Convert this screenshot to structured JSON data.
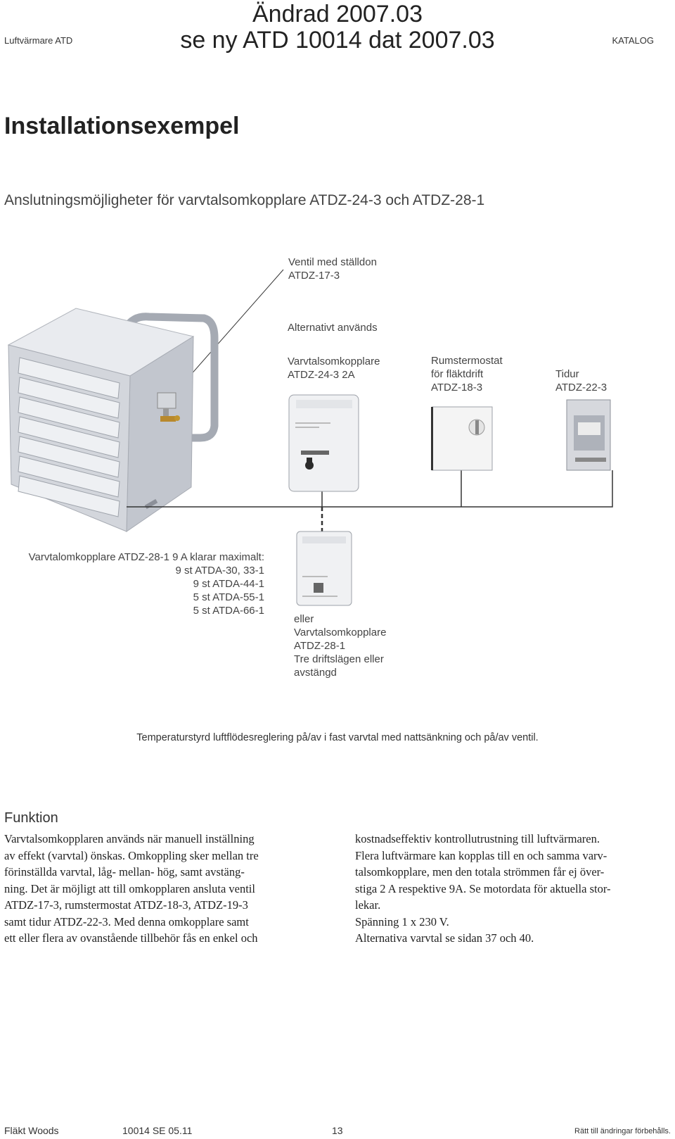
{
  "header": {
    "left": "Luftvärmare ATD",
    "center_line1": "Ändrad 2007.03",
    "center_line2": "se ny ATD 10014 dat 2007.03",
    "right": "KATALOG"
  },
  "title": "Installationsexempel",
  "subtitle": "Anslutningsmöjligheter för varvtalsomkopplare ATDZ-24-3 och ATDZ-28-1",
  "diagram": {
    "valve_label": [
      "Ventil med ställdon",
      "ATDZ-17-3"
    ],
    "alternative": "Alternativt används",
    "switch_24_3": [
      "Varvtalsomkopplare",
      "ATDZ-24-3 2A"
    ],
    "thermostat": [
      "Rumstermostat",
      "för fläktdrift",
      "ATDZ-18-3"
    ],
    "timer": [
      "Tidur",
      "ATDZ-22-3"
    ],
    "switch_28_1_capacity": [
      "Varvtalomkopplare ATDZ-28-1 9 A klarar maximalt:",
      "9 st ATDA-30, 33-1",
      "9 st ATDA-44-1",
      "5 st ATDA-55-1",
      "5 st ATDA-66-1"
    ],
    "switch_28_1": [
      "eller",
      "Varvtalsomkopplare",
      "ATDZ-28-1",
      "Tre driftslägen eller",
      "avstängd"
    ]
  },
  "caption": "Temperaturstyrd luftflödesreglering på/av i fast varvtal med nattsänkning och på/av ventil.",
  "section": {
    "heading": "Funktion",
    "col1": [
      "Varvtalsomkopplaren används när manuell inställning",
      "av effekt (varvtal) önskas. Omkoppling sker mellan tre",
      "förinställda varvtal, låg- mellan- hög, samt avstäng-",
      "ning. Det är möjligt att till omkopplaren ansluta ventil",
      "ATDZ-17-3, rumstermostat ATDZ-18-3, ATDZ-19-3",
      "samt tidur ATDZ-22-3. Med denna omkopplare samt",
      "ett eller flera av ovanstående tillbehör fås en enkel och"
    ],
    "col2": [
      "kostnadseffektiv kontrollutrustning till luftvärmaren.",
      "Flera luftvärmare kan kopplas till en och samma varv-",
      "talsomkopplare, men den totala strömmen får ej över-",
      "stiga 2 A respektive 9A. Se motordata för aktuella stor-",
      "lekar.",
      "Spänning 1 x 230 V.",
      "Alternativa varvtal se sidan 37 och 40."
    ]
  },
  "footer": {
    "brand": "Fläkt Woods",
    "doc": "10014 SE 05.11",
    "page": "13",
    "rights": "Rätt till ändringar förbehålls."
  },
  "colors": {
    "text": "#333333",
    "device_grey": "#c9ccd3",
    "line": "#333333"
  }
}
